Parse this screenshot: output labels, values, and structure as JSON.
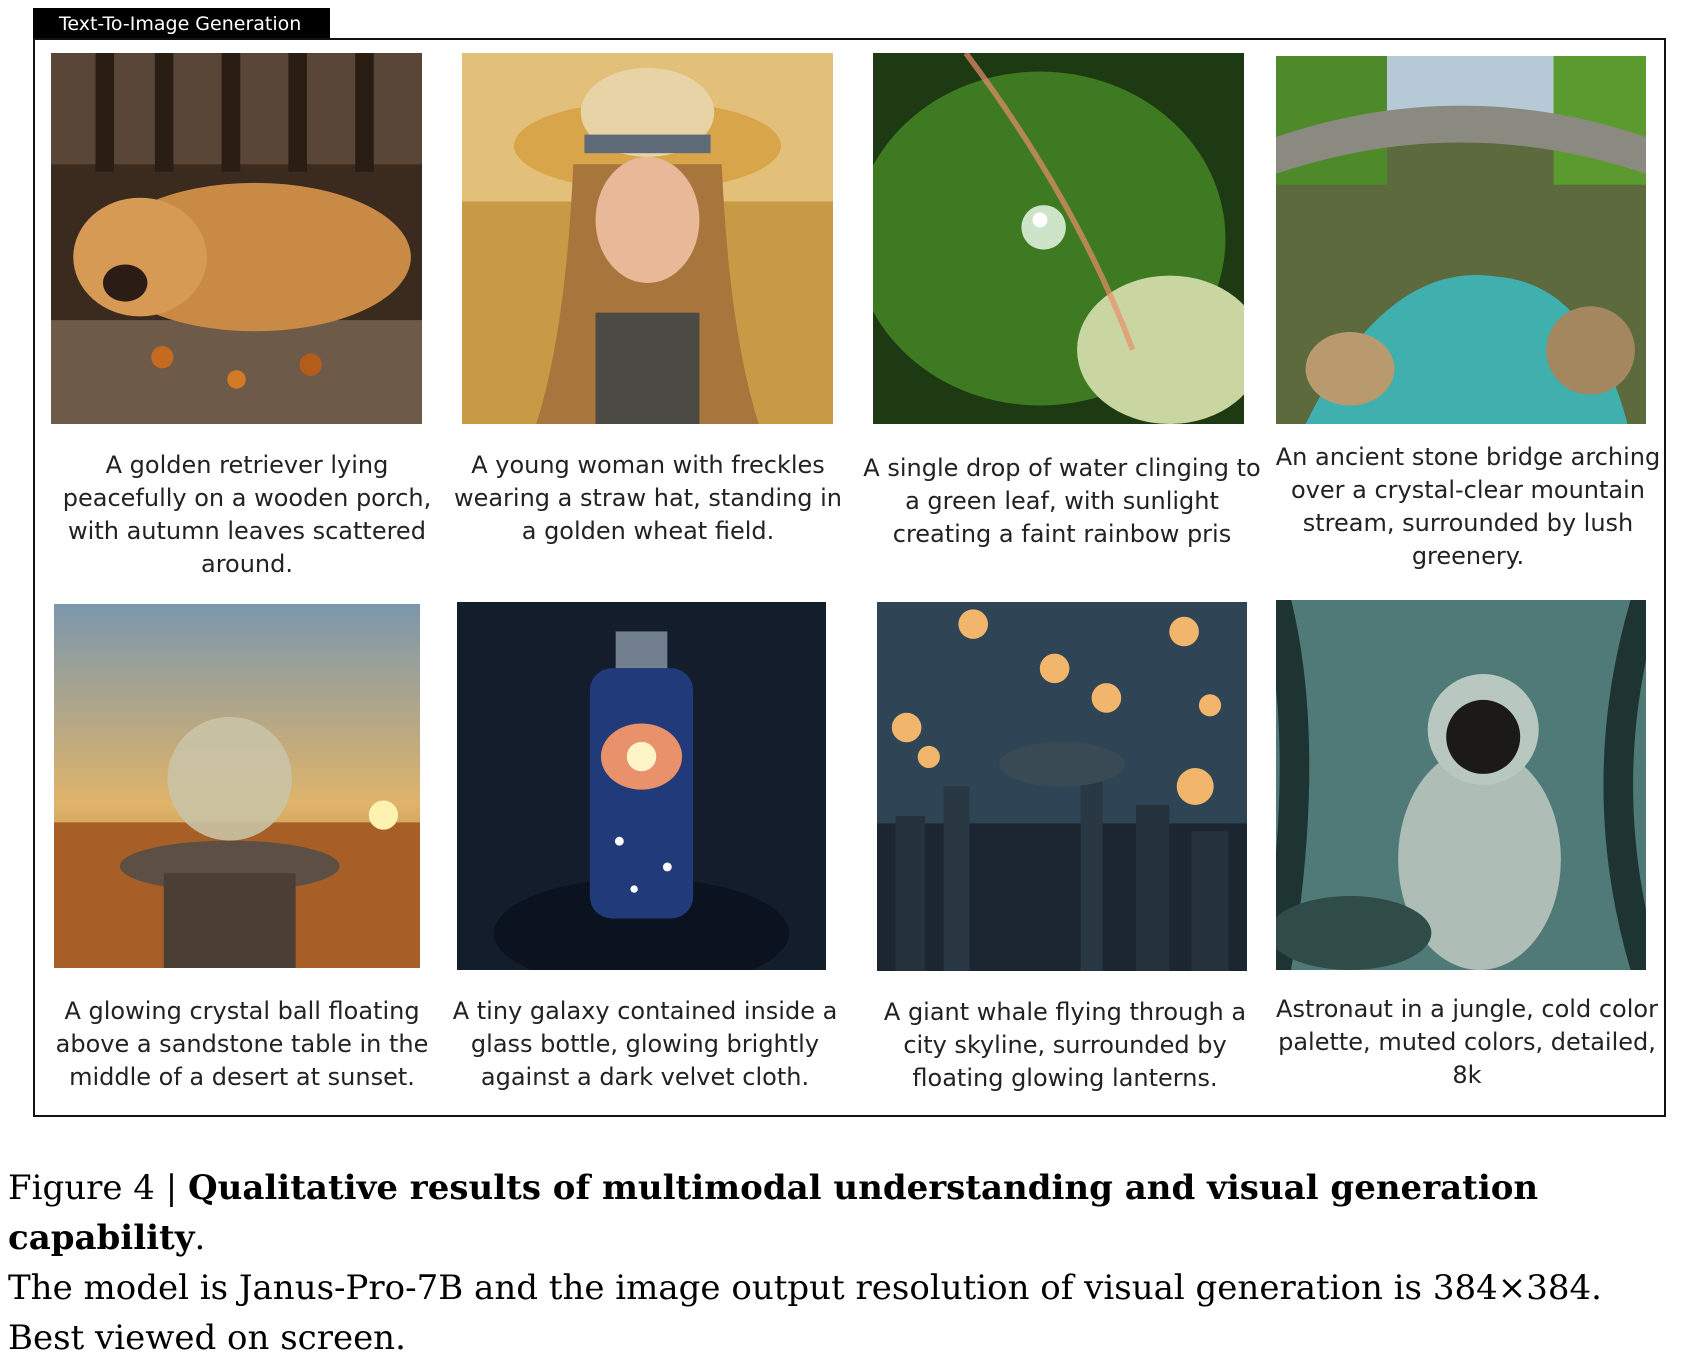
{
  "header": {
    "title": "Text-To-Image Generation"
  },
  "items": [
    {
      "image": "golden-retriever-image",
      "caption": "A golden retriever lying peacefully on a wooden porch, with autumn leaves scattered around."
    },
    {
      "image": "woman-straw-hat-image",
      "caption": "A young woman with freckles wearing a straw hat, standing in a golden wheat field."
    },
    {
      "image": "water-drop-leaf-image",
      "caption": "A single drop of water clinging to a green leaf, with sunlight creating a faint rainbow pris"
    },
    {
      "image": "stone-bridge-image",
      "caption": "An ancient stone bridge arching over a crystal-clear mountain stream, surrounded by lush greenery."
    },
    {
      "image": "crystal-ball-desert-image",
      "caption": "A glowing crystal ball floating above a sandstone table in the middle of a desert at sunset."
    },
    {
      "image": "galaxy-bottle-image",
      "caption": "A tiny galaxy contained inside a glass bottle, glowing brightly against a dark velvet cloth."
    },
    {
      "image": "whale-city-lanterns-image",
      "caption": "A giant whale flying through a city skyline, surrounded by floating glowing lanterns."
    },
    {
      "image": "astronaut-jungle-image",
      "caption": "Astronaut in a jungle, cold color palette, muted colors, detailed, 8k"
    }
  ],
  "figure": {
    "label": "Figure 4 | ",
    "bold_title": "Qualitative results of multimodal understanding and visual generation capability",
    "after_title": ".",
    "line2": "The model is Janus-Pro-7B and the image output resolution of visual generation is 384×384.",
    "line3": "Best viewed on screen."
  }
}
